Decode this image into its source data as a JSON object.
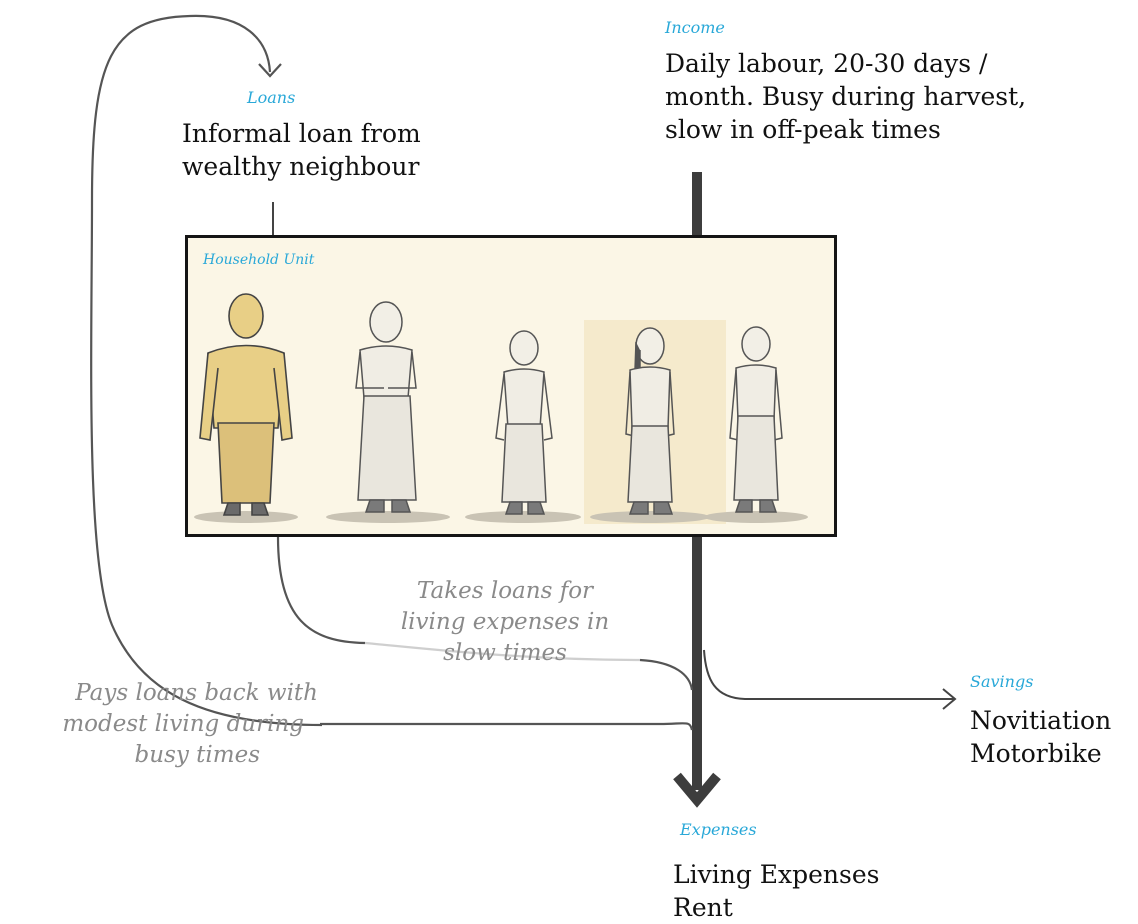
{
  "income": {
    "label": "Income",
    "lines": [
      "Daily labour, 20-30 days /",
      "month. Busy during harvest,",
      "slow in off-peak times"
    ]
  },
  "loans": {
    "label": "Loans",
    "lines": [
      "Informal loan from",
      "wealthy neighbour"
    ]
  },
  "household": {
    "label": "Household Unit",
    "members": [
      {
        "name": "man-figure",
        "highlighted": true
      },
      {
        "name": "woman-figure",
        "highlighted": false
      },
      {
        "name": "child-figure",
        "highlighted": false
      },
      {
        "name": "girl-figure",
        "highlighted": true
      },
      {
        "name": "boy-figure",
        "highlighted": false
      }
    ]
  },
  "annotations": {
    "takes_loans": [
      "Takes loans for",
      "living expenses in",
      "slow times"
    ],
    "pays_loans": [
      "Pays loans back with",
      "modest living during",
      "busy times"
    ]
  },
  "savings": {
    "label": "Savings",
    "lines": [
      "Novitiation",
      "Motorbike"
    ]
  },
  "expenses": {
    "label": "Expenses",
    "lines": [
      "Living Expenses",
      "Rent"
    ]
  },
  "colors": {
    "label_accent": "#29a8d8",
    "flow_main": "#3d3d3d",
    "annotation_text": "#8a8a8a",
    "highlight": "#e8cf86"
  }
}
